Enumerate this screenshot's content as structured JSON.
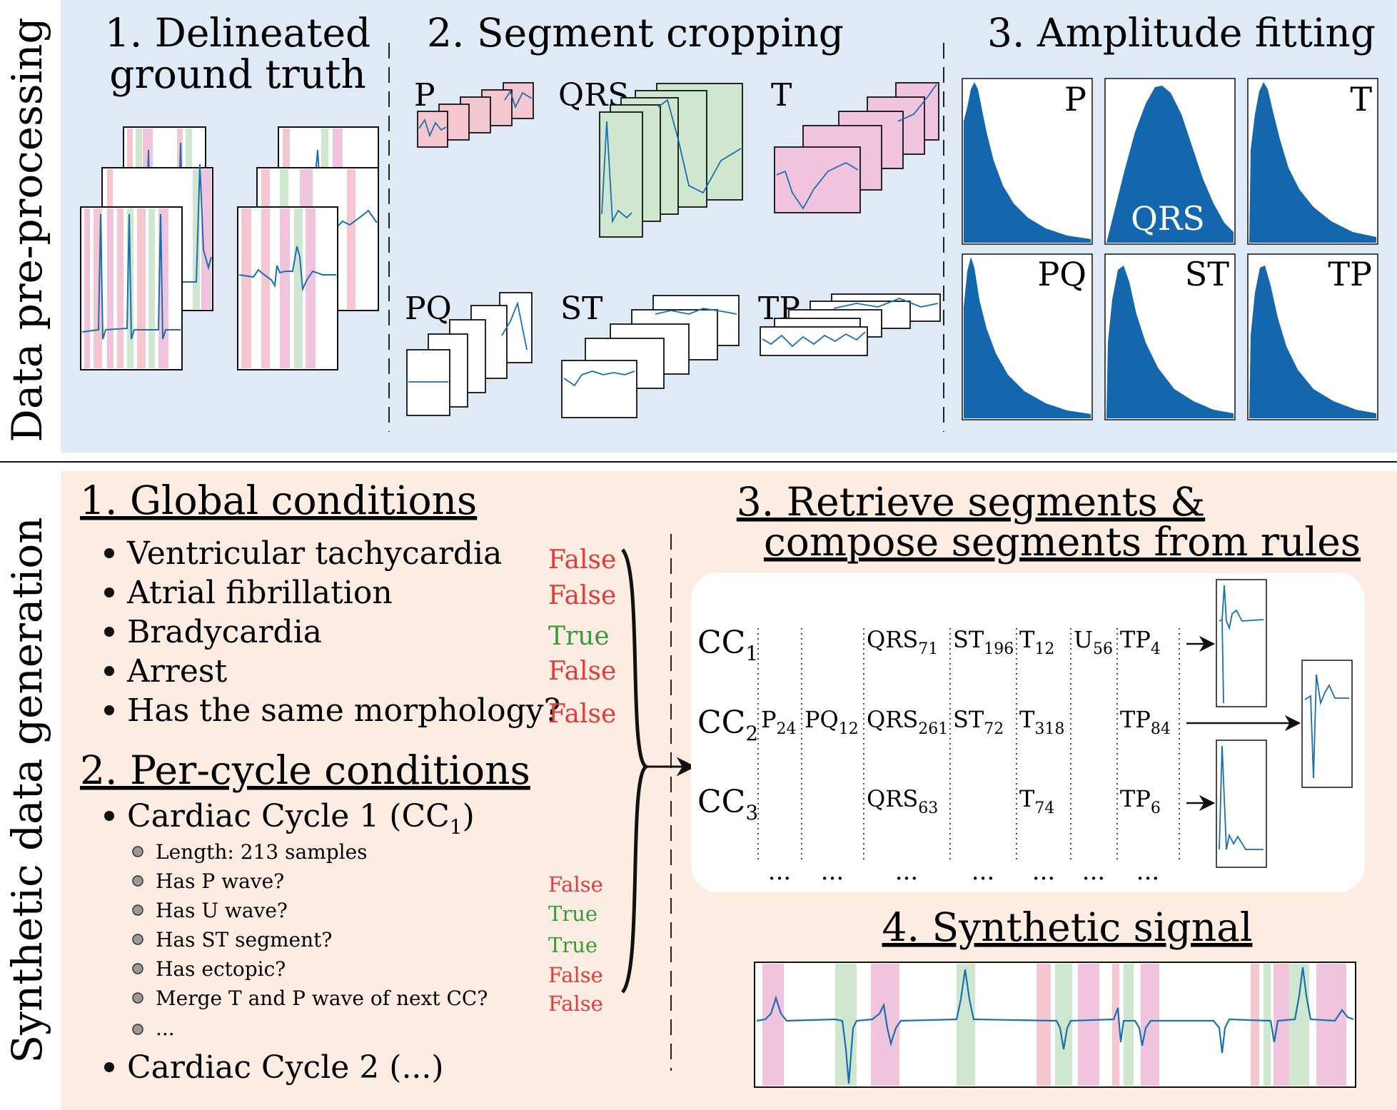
{
  "colors": {
    "top_panel_bg": "#dfeaf6",
    "bottom_panel_bg": "#fcece2",
    "signal": "#1a6fb0",
    "hist": "#1466ad",
    "p_shade": "#f4c6cf",
    "qrs_shade": "#cfe6cf",
    "t_shade": "#f1c4de",
    "true_color": "#3a9a3a",
    "false_color": "#e43a3a"
  },
  "top": {
    "side_label": "Data pre-processing",
    "step1": {
      "line1": "1. Delineated",
      "line2": "ground truth"
    },
    "step2": {
      "title": "2. Segment cropping",
      "labels": {
        "p": "P",
        "qrs": "QRS",
        "t": "T",
        "pq": "PQ",
        "st": "ST",
        "tp": "TP"
      }
    },
    "step3": {
      "title": "3. Amplitude fitting",
      "hist_labels": [
        "P",
        "QRS",
        "T",
        "PQ",
        "ST",
        "TP"
      ]
    }
  },
  "bottom": {
    "side_label": "Synthetic data generation",
    "global": {
      "title": "1. Global conditions",
      "items": [
        {
          "label": "Ventricular tachycardia",
          "value": "False"
        },
        {
          "label": "Atrial fibrillation",
          "value": "False"
        },
        {
          "label": "Bradycardia",
          "value": "True"
        },
        {
          "label": "Arrest",
          "value": "False"
        },
        {
          "label": "Has the same morphology?",
          "value": "False"
        }
      ]
    },
    "percycle": {
      "title": "2. Per-cycle conditions",
      "cc1_label": "Cardiac Cycle 1 (CC",
      "cc1_sub": "1",
      "cc1_close": ")",
      "sub_items": [
        {
          "label": "Length: 213 samples",
          "value": ""
        },
        {
          "label": "Has P wave?",
          "value": "False"
        },
        {
          "label": "Has U wave?",
          "value": "True"
        },
        {
          "label": "Has ST segment?",
          "value": "True"
        },
        {
          "label": "Has ectopic?",
          "value": "False"
        },
        {
          "label": "Merge T and P wave of next CC?",
          "value": "False"
        },
        {
          "label": "...",
          "value": ""
        }
      ],
      "cc2_label": "Cardiac Cycle 2 (...)"
    },
    "retrieve": {
      "title_line1": "3. Retrieve segments &",
      "title_line2": "compose segments from rules",
      "rows": [
        {
          "name": "CC",
          "sub": "1",
          "cells": [
            {
              "col": 2,
              "base": "QRS",
              "sub": "71"
            },
            {
              "col": 3,
              "base": "ST",
              "sub": "196"
            },
            {
              "col": 4,
              "base": "T",
              "sub": "12"
            },
            {
              "col": 5,
              "base": "U",
              "sub": "56"
            },
            {
              "col": 6,
              "base": "TP",
              "sub": "4"
            }
          ]
        },
        {
          "name": "CC",
          "sub": "2",
          "cells": [
            {
              "col": 0,
              "base": "P",
              "sub": "24"
            },
            {
              "col": 1,
              "base": "PQ",
              "sub": "12"
            },
            {
              "col": 2,
              "base": "QRS",
              "sub": "261"
            },
            {
              "col": 3,
              "base": "ST",
              "sub": "72"
            },
            {
              "col": 4,
              "base": "T",
              "sub": "318"
            },
            {
              "col": 6,
              "base": "TP",
              "sub": "84"
            }
          ]
        },
        {
          "name": "CC",
          "sub": "3",
          "cells": [
            {
              "col": 2,
              "base": "QRS",
              "sub": "63"
            },
            {
              "col": 4,
              "base": "T",
              "sub": "74"
            },
            {
              "col": 6,
              "base": "TP",
              "sub": "6"
            }
          ]
        }
      ],
      "ellipsis": "..."
    },
    "synthetic": {
      "title": "4. Synthetic signal"
    }
  }
}
